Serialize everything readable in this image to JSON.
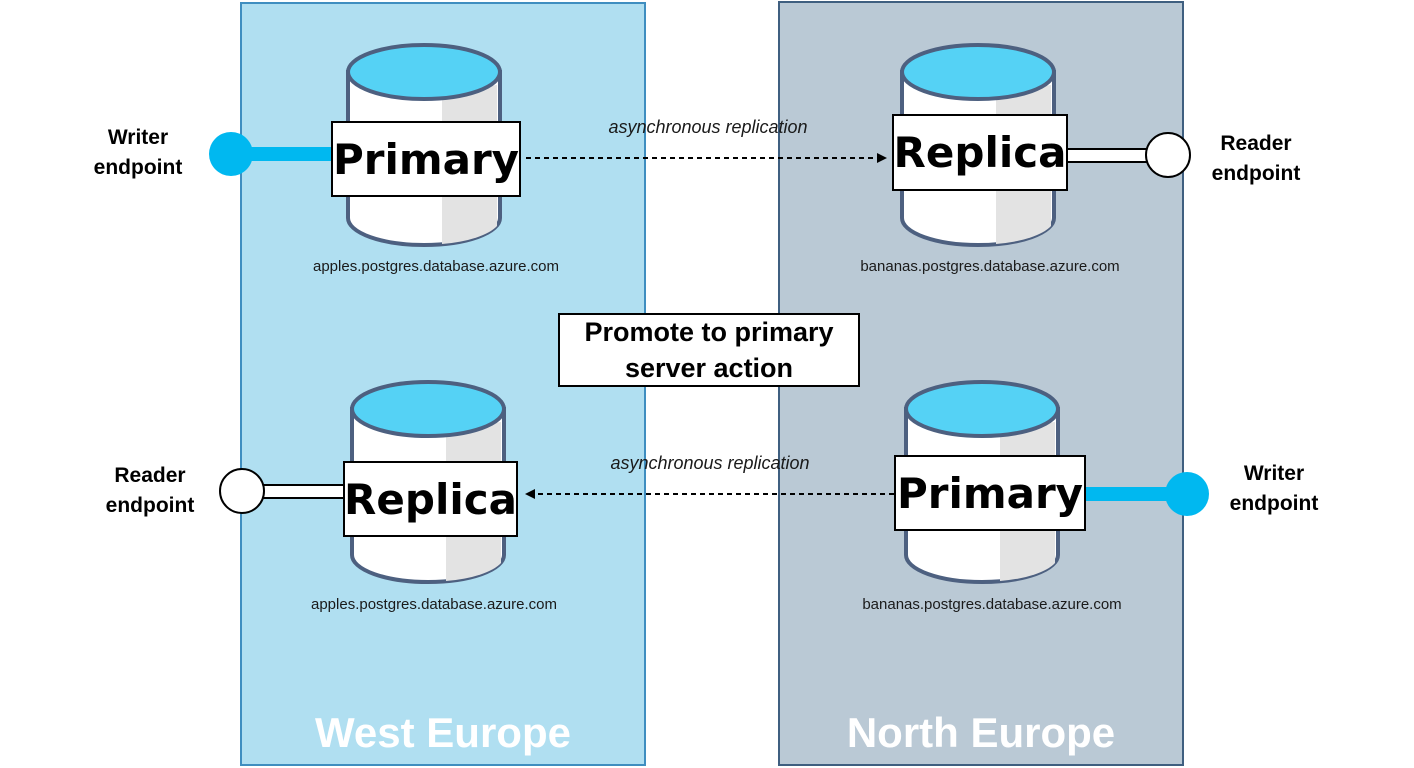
{
  "regions": {
    "west": "West Europe",
    "north": "North Europe"
  },
  "before": {
    "west_role": "Primary",
    "north_role": "Replica",
    "west_host": "apples.postgres.database.azure.com",
    "north_host": "bananas.postgres.database.azure.com",
    "west_endpoint": {
      "line1": "Writer",
      "line2": "endpoint"
    },
    "north_endpoint": {
      "line1": "Reader",
      "line2": "endpoint"
    },
    "replication_label": "asynchronous replication"
  },
  "action": {
    "line1": "Promote to primary",
    "line2": "server action"
  },
  "after": {
    "west_role": "Replica",
    "north_role": "Primary",
    "west_host": "apples.postgres.database.azure.com",
    "north_host": "bananas.postgres.database.azure.com",
    "west_endpoint": {
      "line1": "Reader",
      "line2": "endpoint"
    },
    "north_endpoint": {
      "line1": "Writer",
      "line2": "endpoint"
    },
    "replication_label": "asynchronous replication"
  },
  "colors": {
    "west_region_fill": "#b0dff1",
    "west_region_border": "#3f8ec0",
    "north_region_fill": "#bac9d5",
    "north_region_border": "#3f5f80",
    "db_top": "#55d2f5",
    "db_outline": "#4d6080",
    "writer_connector": "#00b8f0",
    "reader_connector": "#ffffff"
  }
}
